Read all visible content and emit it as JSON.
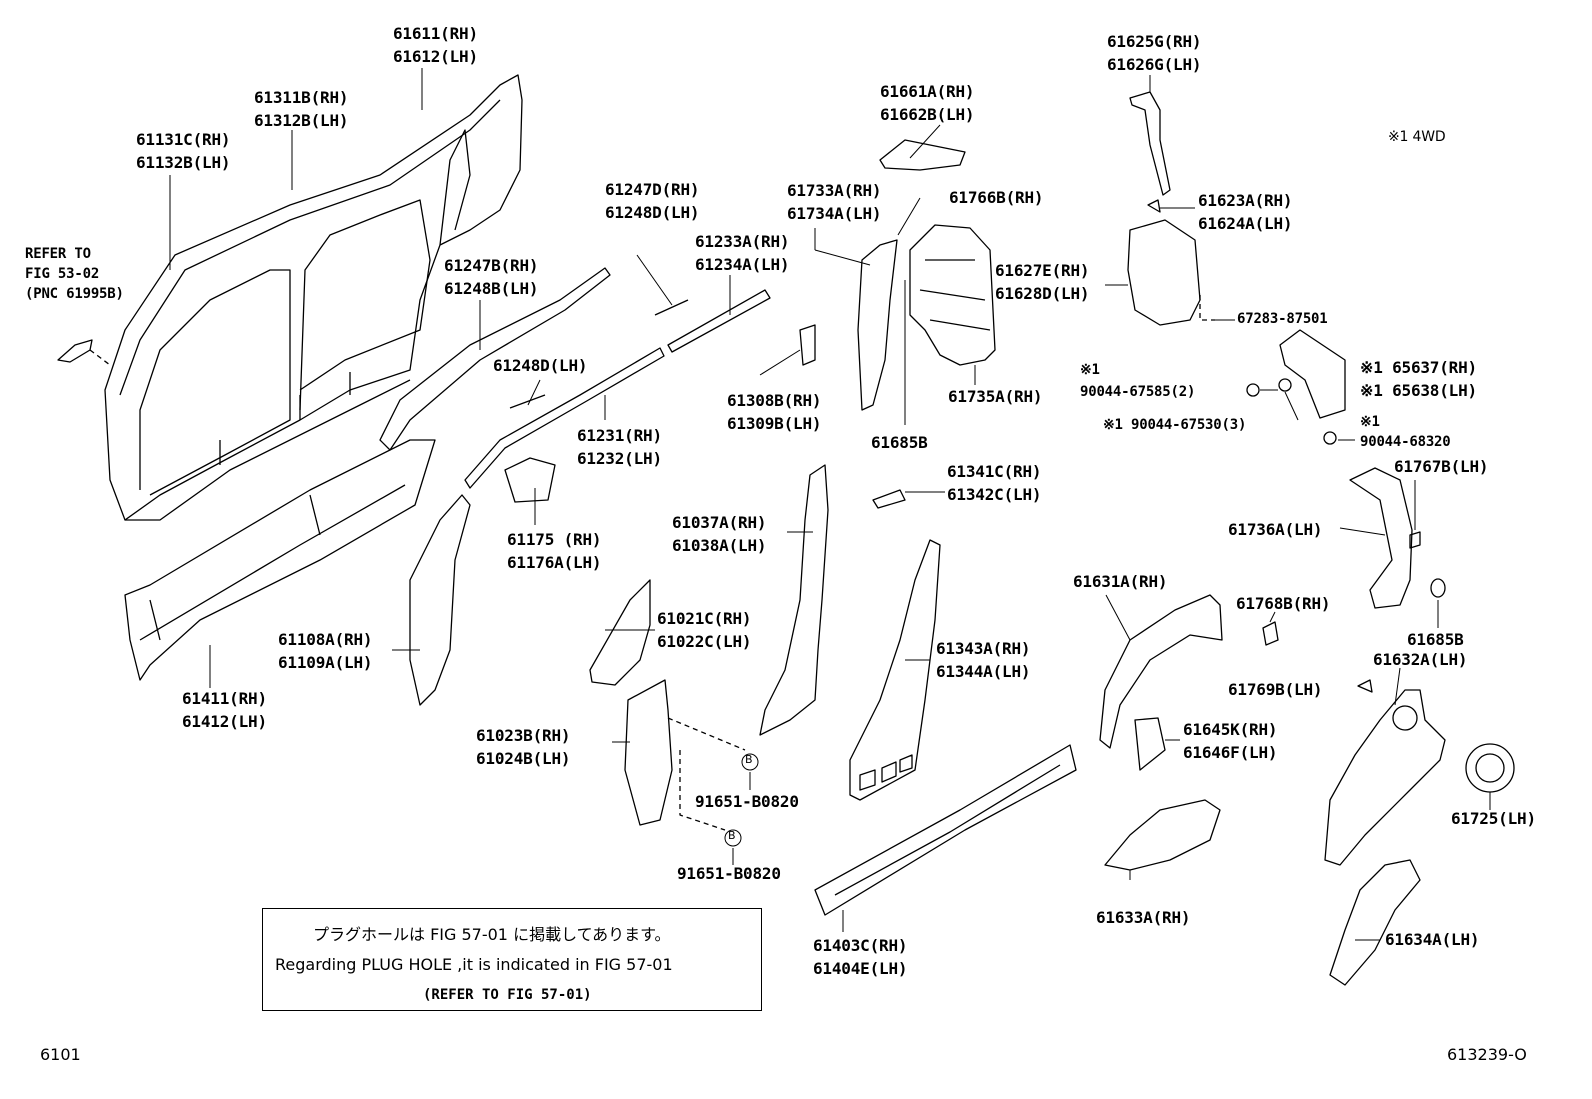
{
  "footer": {
    "left": "6101",
    "right": "613239-O"
  },
  "top_note": "※1 4WD",
  "plug_note": {
    "jp": "プラグホールは FIG 57-01 に掲載してあります。",
    "en": "Regarding PLUG HOLE ,it is indicated in FIG 57-01",
    "ref": "(REFER TO FIG 57-01)"
  },
  "callout_letter": "B",
  "labels": {
    "l61611": [
      "61611(RH)",
      "61612(LH)"
    ],
    "l61311": [
      "61311B(RH)",
      "61312B(LH)"
    ],
    "l61131": [
      "61131C(RH)",
      "61132B(LH)"
    ],
    "refer": [
      "REFER TO",
      "FIG 53-02",
      "(PNC 61995B)"
    ],
    "l61247B": [
      "61247B(RH)",
      "61248B(LH)"
    ],
    "l61247D": [
      "61247D(RH)",
      "61248D(LH)"
    ],
    "l61233": [
      "61233A(RH)",
      "61234A(LH)"
    ],
    "l61248D": [
      "61248D(LH)"
    ],
    "l61231": [
      "61231(RH)",
      "61232(LH)"
    ],
    "l61175": [
      "61175 (RH)",
      "61176A(LH)"
    ],
    "l61108": [
      "61108A(RH)",
      "61109A(LH)"
    ],
    "l61411": [
      "61411(RH)",
      "61412(LH)"
    ],
    "l61021": [
      "61021C(RH)",
      "61022C(LH)"
    ],
    "l61023": [
      "61023B(RH)",
      "61024B(LH)"
    ],
    "l91651a": [
      "91651-B0820"
    ],
    "l91651b": [
      "91651-B0820"
    ],
    "l61661": [
      "61661A(RH)",
      "61662B(LH)"
    ],
    "l61733": [
      "61733A(RH)",
      "61734A(LH)"
    ],
    "l61766": [
      "61766B(RH)"
    ],
    "l61308": [
      "61308B(RH)",
      "61309B(LH)"
    ],
    "l61685a": [
      "61685B"
    ],
    "l61735": [
      "61735A(RH)"
    ],
    "l61627": [
      "61627E(RH)",
      "61628D(LH)"
    ],
    "l61341": [
      "61341C(RH)",
      "61342C(LH)"
    ],
    "l61037": [
      "61037A(RH)",
      "61038A(LH)"
    ],
    "l61343": [
      "61343A(RH)",
      "61344A(LH)"
    ],
    "l61403": [
      "61403C(RH)",
      "61404E(LH)"
    ],
    "l61625": [
      "61625G(RH)",
      "61626G(LH)"
    ],
    "l61623": [
      "61623A(RH)",
      "61624A(LH)"
    ],
    "l67283": [
      "67283-87501"
    ],
    "l90044a": [
      "※1",
      "90044-67585(2)"
    ],
    "l65637": [
      "※1 65637(RH)",
      "※1 65638(LH)"
    ],
    "l90044b": [
      "※1 90044-67530(3)"
    ],
    "l90044c": [
      "※1",
      "90044-68320"
    ],
    "l61767": [
      "61767B(LH)"
    ],
    "l61736": [
      "61736A(LH)"
    ],
    "l61631": [
      "61631A(RH)"
    ],
    "l61768": [
      "61768B(RH)"
    ],
    "l61685b": [
      "61685B"
    ],
    "l61632": [
      "61632A(LH)"
    ],
    "l61769": [
      "61769B(LH)"
    ],
    "l61645": [
      "61645K(RH)",
      "61646F(LH)"
    ],
    "l61725": [
      "61725(LH)"
    ],
    "l61633": [
      "61633A(RH)"
    ],
    "l61634": [
      "61634A(LH)"
    ]
  }
}
